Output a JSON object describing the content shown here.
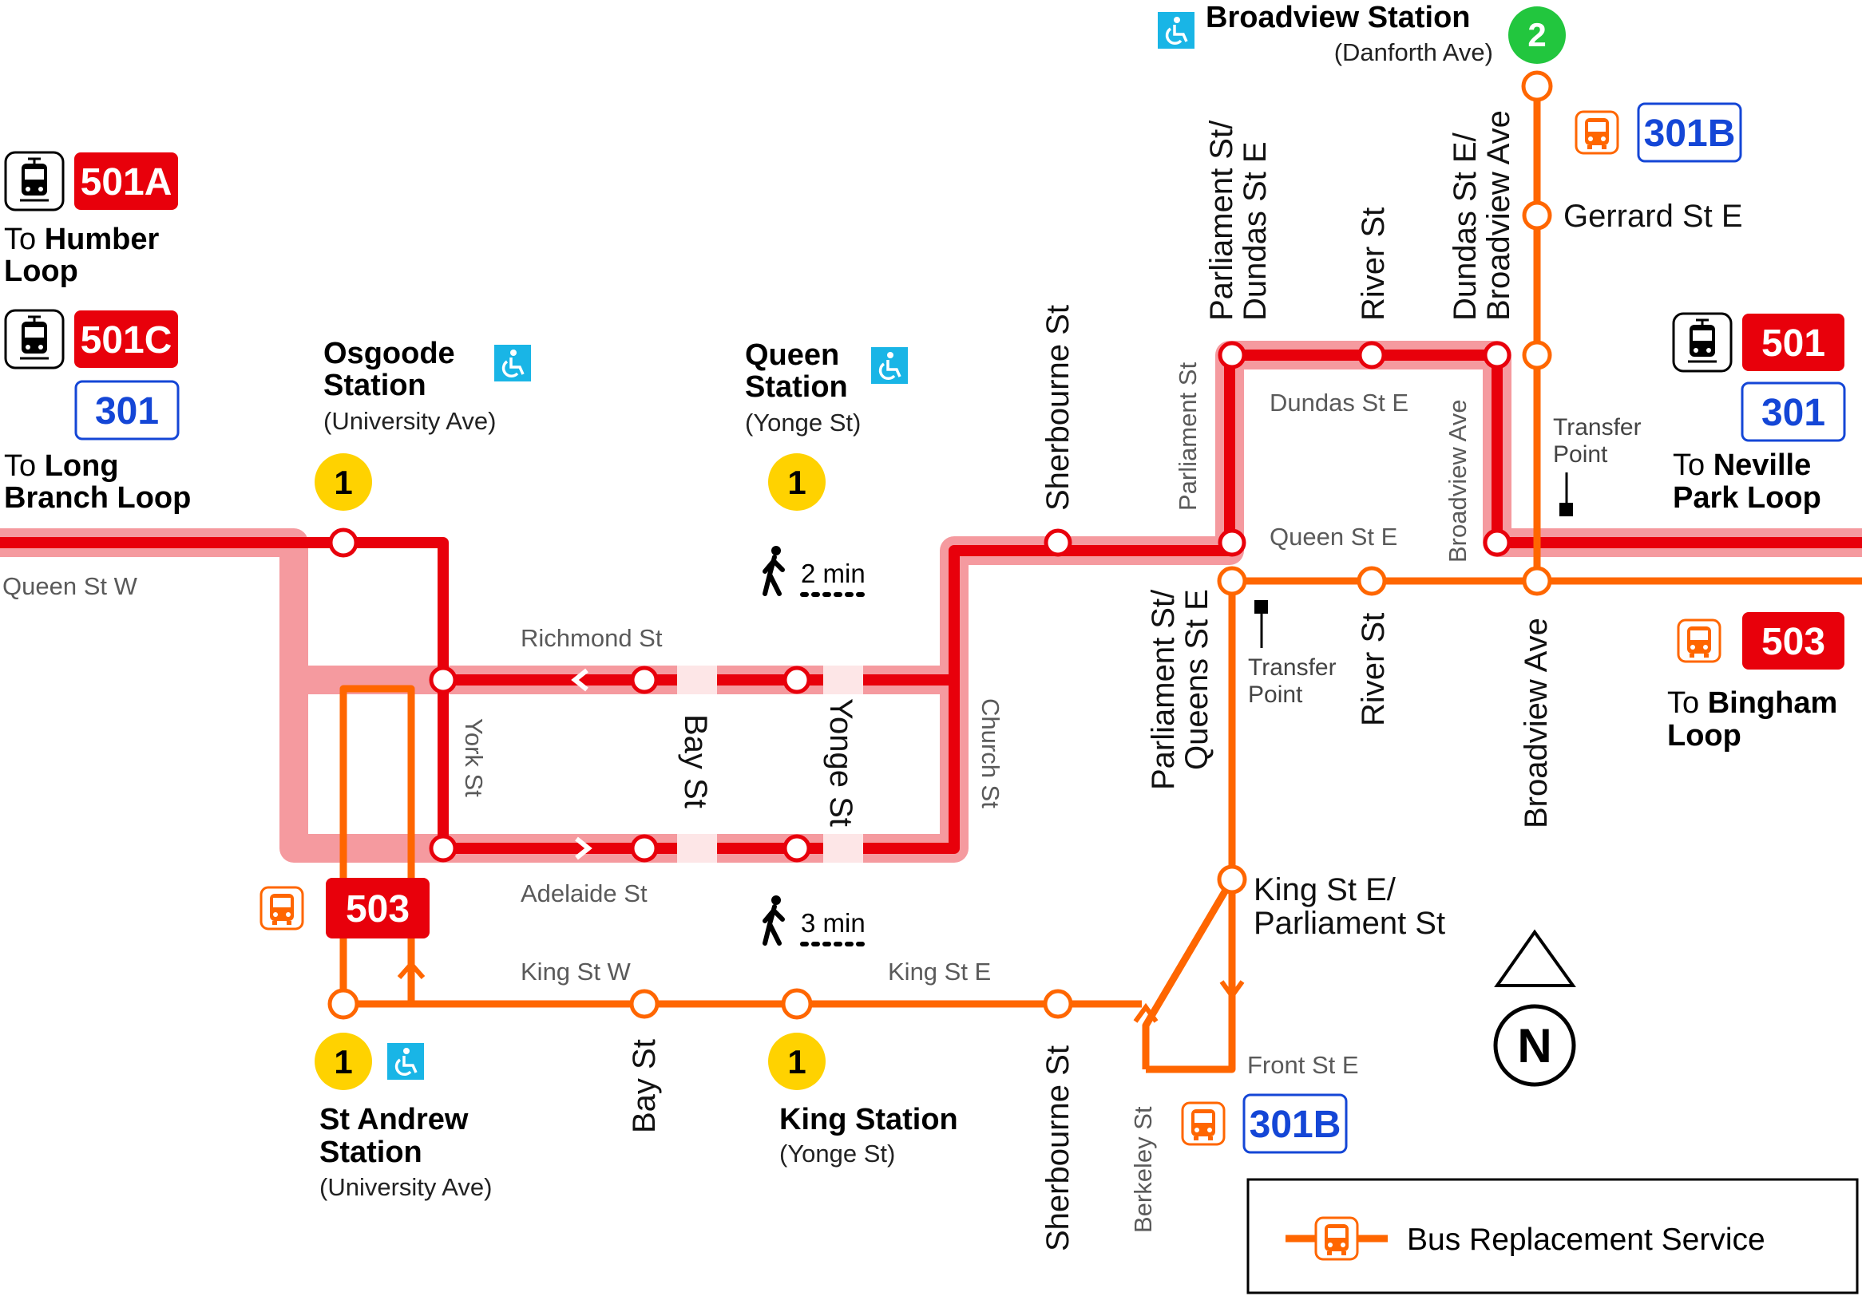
{
  "colors": {
    "streetcar": "#e8000b",
    "streetcar_casing": "#f59a9f",
    "bus": "#ff6600",
    "bus_route_text": "#1446d6",
    "line1": "#ffd200",
    "line2": "#22c63e",
    "accessible": "#19b5e6"
  },
  "icons": {
    "streetcar": "streetcar-icon",
    "bus": "bus-icon",
    "accessible": "wheelchair-icon",
    "walk": "pedestrian-icon",
    "north": "north-arrow-icon"
  },
  "stations": {
    "broadview": {
      "name": "Broadview Station",
      "sub": "(Danforth Ave)",
      "line": "2"
    },
    "osgoode": {
      "line1": "Osgoode",
      "line2": "Station",
      "sub": "(University Ave)",
      "line": "1"
    },
    "queen": {
      "line1": "Queen",
      "line2": "Station",
      "sub": "(Yonge St)",
      "line": "1"
    },
    "st_andrew": {
      "line1": "St Andrew",
      "line2": "Station",
      "sub": "(University Ave)",
      "line": "1"
    },
    "king": {
      "name": "King Station",
      "sub": "(Yonge St)",
      "line": "1"
    }
  },
  "routes": {
    "r501a": "501A",
    "r501c": "501C",
    "r301": "301",
    "r501": "501",
    "r301_east": "301",
    "r503_east": "503",
    "r503_west": "503",
    "r301b_north": "301B",
    "r301b_south": "301B"
  },
  "destinations": {
    "humber": {
      "to": "To",
      "l1": "Humber",
      "l2": "Loop"
    },
    "long_branch": {
      "to": "To",
      "l1": "Long",
      "l2": "Branch Loop"
    },
    "neville": {
      "to": "To",
      "l1": "Neville",
      "l2": "Park Loop"
    },
    "bingham": {
      "to": "To",
      "l1": "Bingham",
      "l2": "Loop"
    }
  },
  "streets": {
    "queen_w": "Queen St W",
    "richmond": "Richmond St",
    "adelaide": "Adelaide St",
    "king_w": "King St W",
    "king_e": "King St E",
    "york": "York St",
    "church": "Church St",
    "parliament": "Parliament St",
    "dundas_e": "Dundas St E",
    "queen_e": "Queen St E",
    "broadview_ave": "Broadview Ave",
    "front_e": "Front St E",
    "berkeley": "Berkeley St"
  },
  "stops": {
    "bay_rich": "Bay St",
    "yonge_rich": "Yonge St",
    "sherbourne_q": "Sherbourne St",
    "parl_dundas_1": "Parliament St/",
    "parl_dundas_2": "Dundas St E",
    "river_d": "River St",
    "dund_broad_1": "Dundas St E/",
    "dund_broad_2": "Broadview Ave",
    "gerrard": "Gerrard St E",
    "parl_queens_1": "Parliament St/",
    "parl_queens_2": "Queens St E",
    "river_q": "River St",
    "broadview_q": "Broadview Ave",
    "king_parl_1": "King St E/",
    "king_parl_2": "Parliament St",
    "bay_king": "Bay St",
    "sherbourne_k": "Sherbourne St"
  },
  "transfer": {
    "l1": "Transfer",
    "l2": "Point"
  },
  "walk": {
    "two": "2 min",
    "three": "3 min"
  },
  "legend": {
    "label": "Bus Replacement Service"
  },
  "north": "N"
}
